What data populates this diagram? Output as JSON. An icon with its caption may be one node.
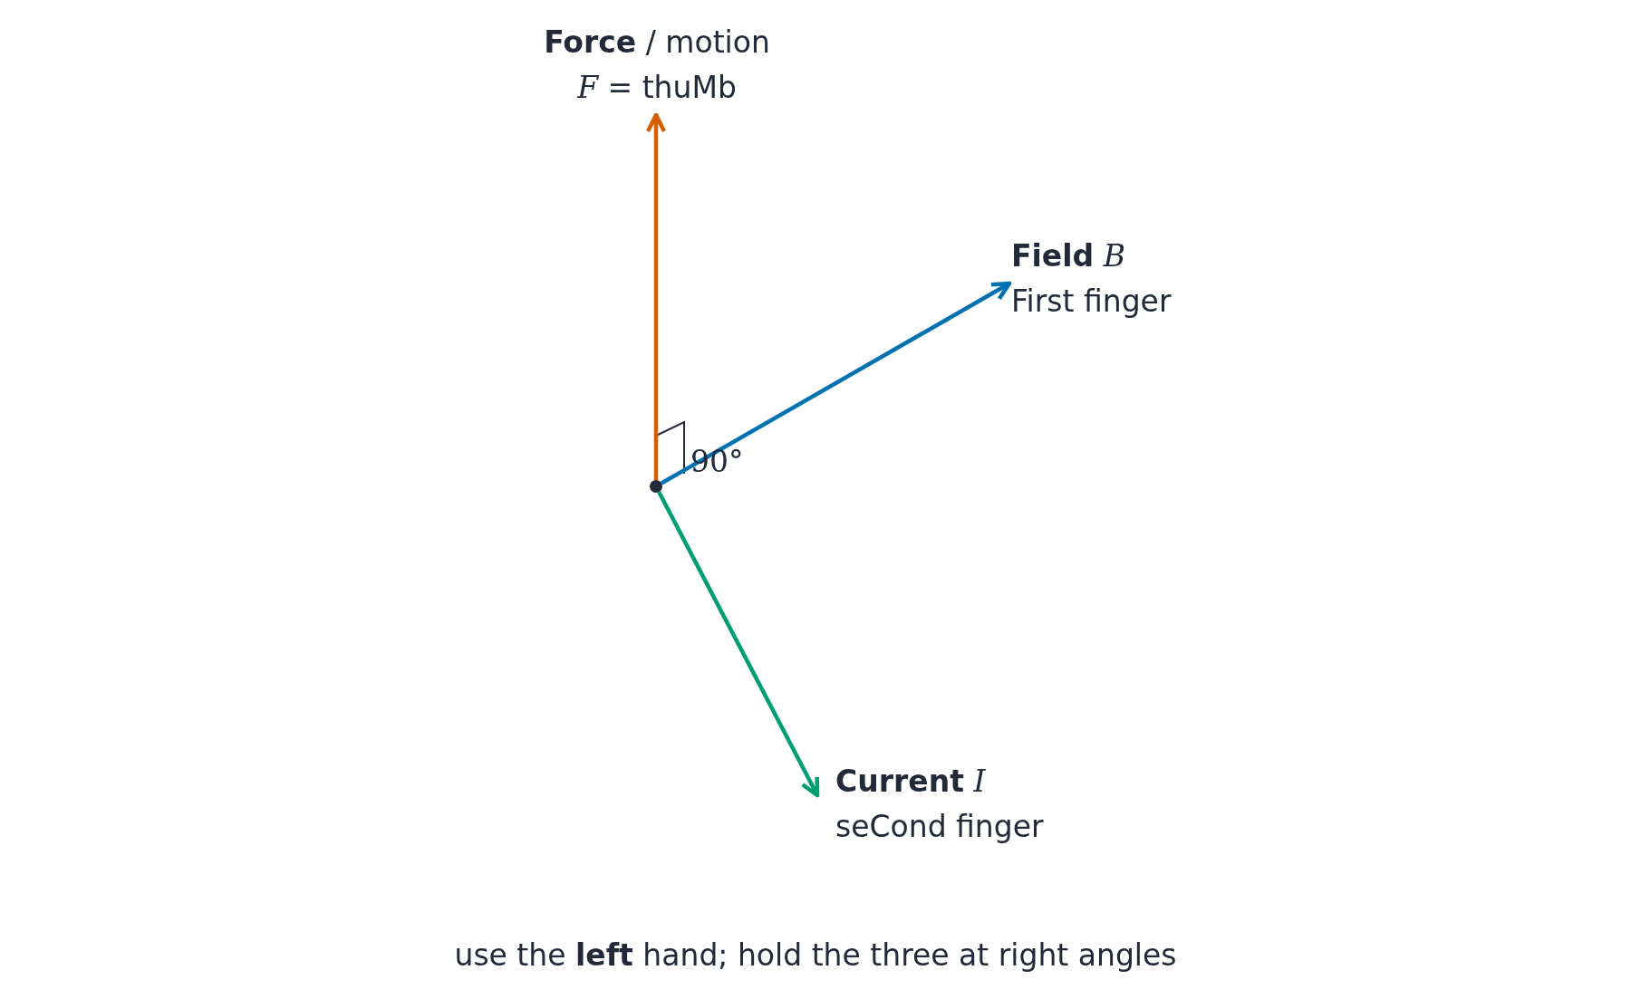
{
  "diagram": {
    "caption": "use the **left** hand; hold the three at right angles",
    "nodes": [
      {
        "text": [],
        "shape": "circle"
      },
      {
        "text": [
          "**Force** / motion",
          "*F* = thuMb"
        ]
      },
      {
        "text": [
          "**Field** *B*",
          "First finger"
        ]
      },
      {
        "text": [
          "**Current** *I*",
          "seCond finger"
        ]
      }
    ],
    "edges": [
      {
        "from": 0,
        "to": 1,
        "arrow": "to",
        "color": "#d55e00"
      },
      {
        "from": 0,
        "to": 2,
        "arrow": "to",
        "color": "#0072b2"
      },
      {
        "from": 0,
        "to": 3,
        "arrow": "to",
        "color": "#009e73"
      }
    ],
    "labels": [
      "90°"
    ]
  }
}
